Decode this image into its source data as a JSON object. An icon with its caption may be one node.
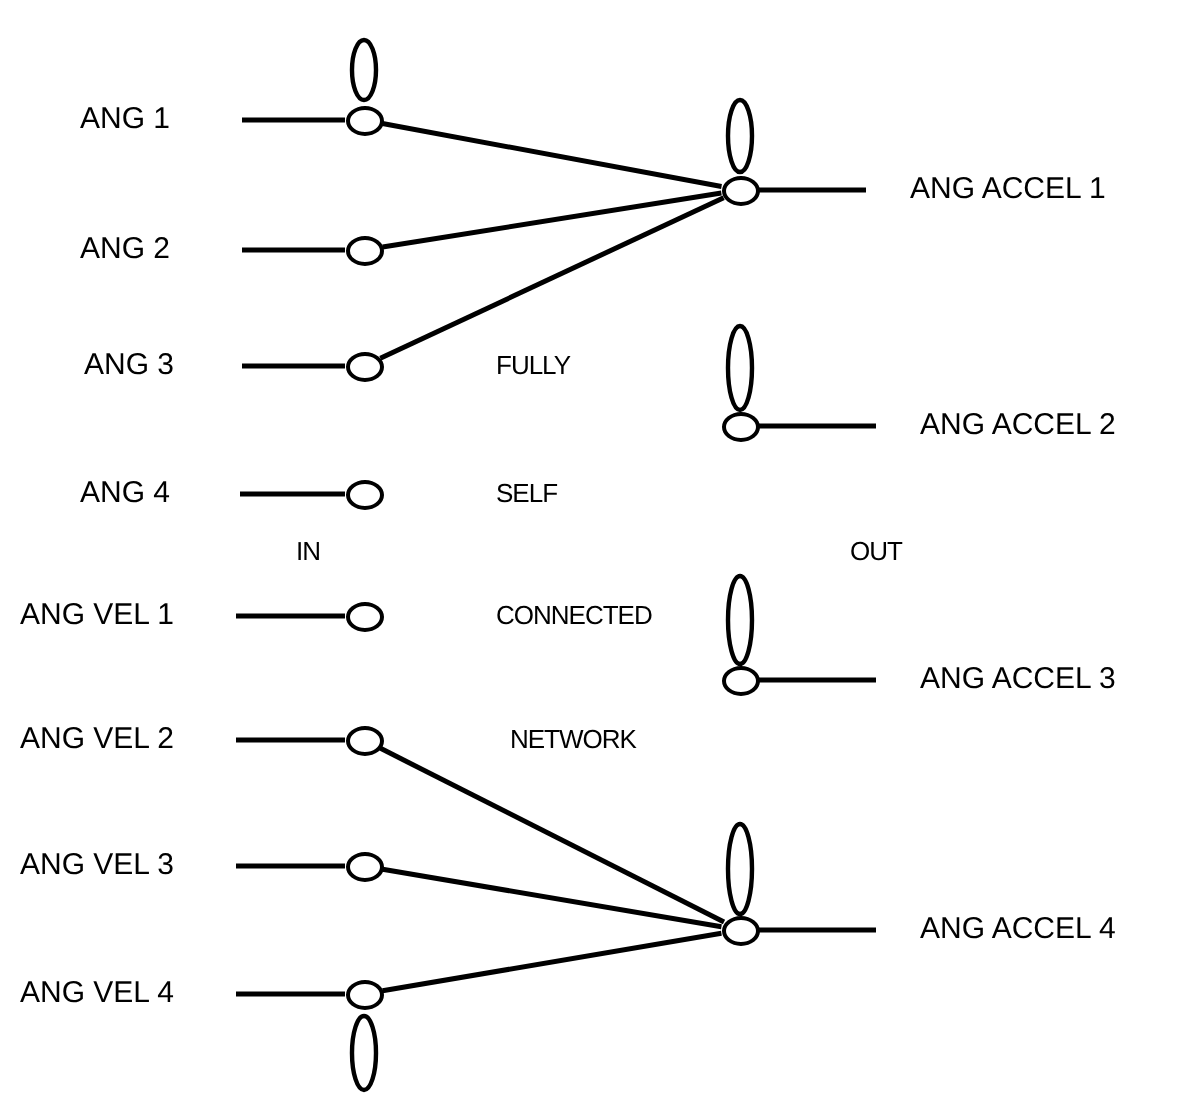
{
  "diagram": {
    "nodes": [
      {
        "text": [
          "ANG 1"
        ]
      },
      {
        "text": [
          "ANG 2"
        ]
      },
      {
        "text": [
          "ANG 3"
        ]
      },
      {
        "text": [
          "ANG 4"
        ]
      },
      {
        "text": [
          "ANG VEL 1"
        ]
      },
      {
        "text": [
          "ANG VEL 2"
        ]
      },
      {
        "text": [
          "ANG VEL 3"
        ]
      },
      {
        "text": [
          "ANG VEL 4"
        ]
      },
      {
        "text": [],
        "shape": "circle"
      },
      {
        "text": [],
        "shape": "circle"
      },
      {
        "text": [],
        "shape": "circle"
      },
      {
        "text": [],
        "shape": "circle"
      },
      {
        "text": [],
        "shape": "circle"
      },
      {
        "text": [],
        "shape": "circle"
      },
      {
        "text": [],
        "shape": "circle"
      },
      {
        "text": [],
        "shape": "circle"
      },
      {
        "text": [],
        "shape": "circle"
      },
      {
        "text": [],
        "shape": "circle"
      },
      {
        "text": [],
        "shape": "circle"
      },
      {
        "text": [],
        "shape": "circle"
      },
      {
        "text": [
          "ANG ACCEL 1"
        ]
      },
      {
        "text": [
          "ANG ACCEL 2"
        ]
      },
      {
        "text": [
          "ANG ACCEL 3"
        ]
      },
      {
        "text": [
          "ANG ACCEL 4"
        ]
      }
    ],
    "edges": [
      {
        "from": 0,
        "to": 8,
        "arrow": "none"
      },
      {
        "from": 1,
        "to": 9,
        "arrow": "none"
      },
      {
        "from": 2,
        "to": 10,
        "arrow": "none"
      },
      {
        "from": 3,
        "to": 11,
        "arrow": "none"
      },
      {
        "from": 4,
        "to": 12,
        "arrow": "none"
      },
      {
        "from": 5,
        "to": 13,
        "arrow": "none"
      },
      {
        "from": 6,
        "to": 14,
        "arrow": "none"
      },
      {
        "from": 7,
        "to": 15,
        "arrow": "none"
      },
      {
        "from": 8,
        "to": 16,
        "arrow": "none"
      },
      {
        "from": 9,
        "to": 16,
        "arrow": "none"
      },
      {
        "from": 10,
        "to": 16,
        "arrow": "none"
      },
      {
        "from": 13,
        "to": 19,
        "arrow": "none"
      },
      {
        "from": 14,
        "to": 19,
        "arrow": "none"
      },
      {
        "from": 15,
        "to": 19,
        "arrow": "none"
      },
      {
        "from": 16,
        "to": 20,
        "arrow": "none"
      },
      {
        "from": 17,
        "to": 21,
        "arrow": "none"
      },
      {
        "from": 18,
        "to": 22,
        "arrow": "none"
      },
      {
        "from": 19,
        "to": 23,
        "arrow": "none"
      }
    ],
    "labels": [
      "FULLY",
      "SELF",
      "IN",
      "OUT",
      "CONNECTED",
      "NETWORK"
    ]
  }
}
